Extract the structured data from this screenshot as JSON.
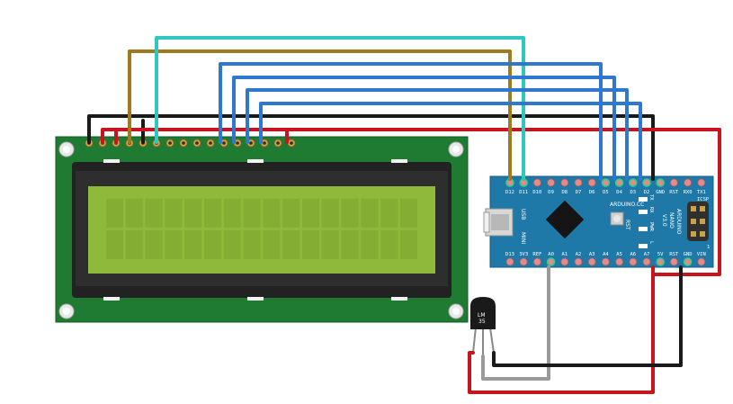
{
  "board": {
    "top_pins": [
      "D12",
      "D11",
      "D10",
      "D9",
      "D8",
      "D7",
      "D6",
      "D5",
      "D4",
      "D3",
      "D2",
      "GND",
      "RST",
      "RX0",
      "TX1"
    ],
    "bottom_pins": [
      "D13",
      "3V3",
      "REF",
      "A0",
      "A1",
      "A2",
      "A3",
      "A4",
      "A5",
      "A6",
      "A7",
      "5V",
      "RST",
      "GND",
      "VIN"
    ],
    "brand": "ARDUINO.CC",
    "model_line1": "ARDUINO",
    "model_line2": "NANO",
    "model_line3": "V3.0",
    "usb_label": "USB",
    "mini_label": "MINI",
    "icsp_label": "ICSP",
    "rst_label": "RST",
    "led_labels": [
      "TX",
      "RX",
      "PWR",
      "L"
    ],
    "icsp_pin1": "1"
  },
  "sensor": {
    "line1": "LM",
    "line2": "35"
  },
  "colors": {
    "pcb_green": "#1f7a32",
    "lcd_bezel": "#222222",
    "lcd_glass": "#8fb93b",
    "nano_blue": "#1e79a8",
    "wire_black": "#1a1a1a",
    "wire_red": "#c8141c",
    "wire_brown": "#a07a1e",
    "wire_cyan": "#2ec8c0",
    "wire_blue": "#2f78d0",
    "wire_grey": "#9a9a9a"
  }
}
